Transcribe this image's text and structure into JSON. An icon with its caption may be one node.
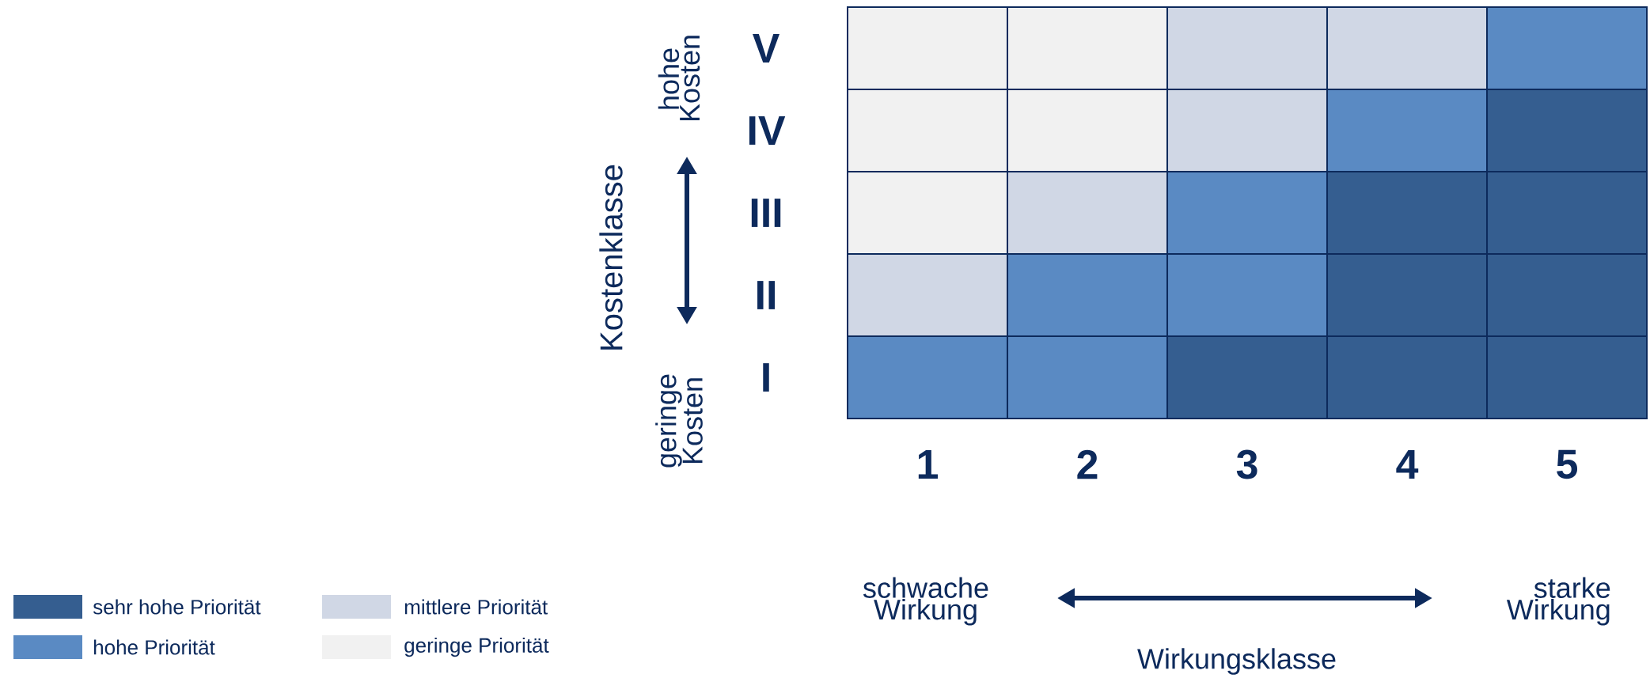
{
  "diagram": {
    "labels": [
      "hohe Kosten",
      "Kostenklasse",
      "geringe Kosten",
      "V",
      "IV",
      "III",
      "II",
      "I",
      "1",
      "2",
      "3",
      "4",
      "5",
      "schwache Wirkung",
      "starke Wirkung",
      "Wirkungsklasse"
    ],
    "legend": [
      {
        "text": "sehr hohe Priorität",
        "color": "#355e90"
      },
      {
        "text": "mittlere Priorität",
        "color": "#d0d7e5"
      },
      {
        "text": "hohe Priorität",
        "color": "#5a8ac3"
      },
      {
        "text": "geringe Priorität",
        "color": "#f1f1f1"
      }
    ]
  }
}
